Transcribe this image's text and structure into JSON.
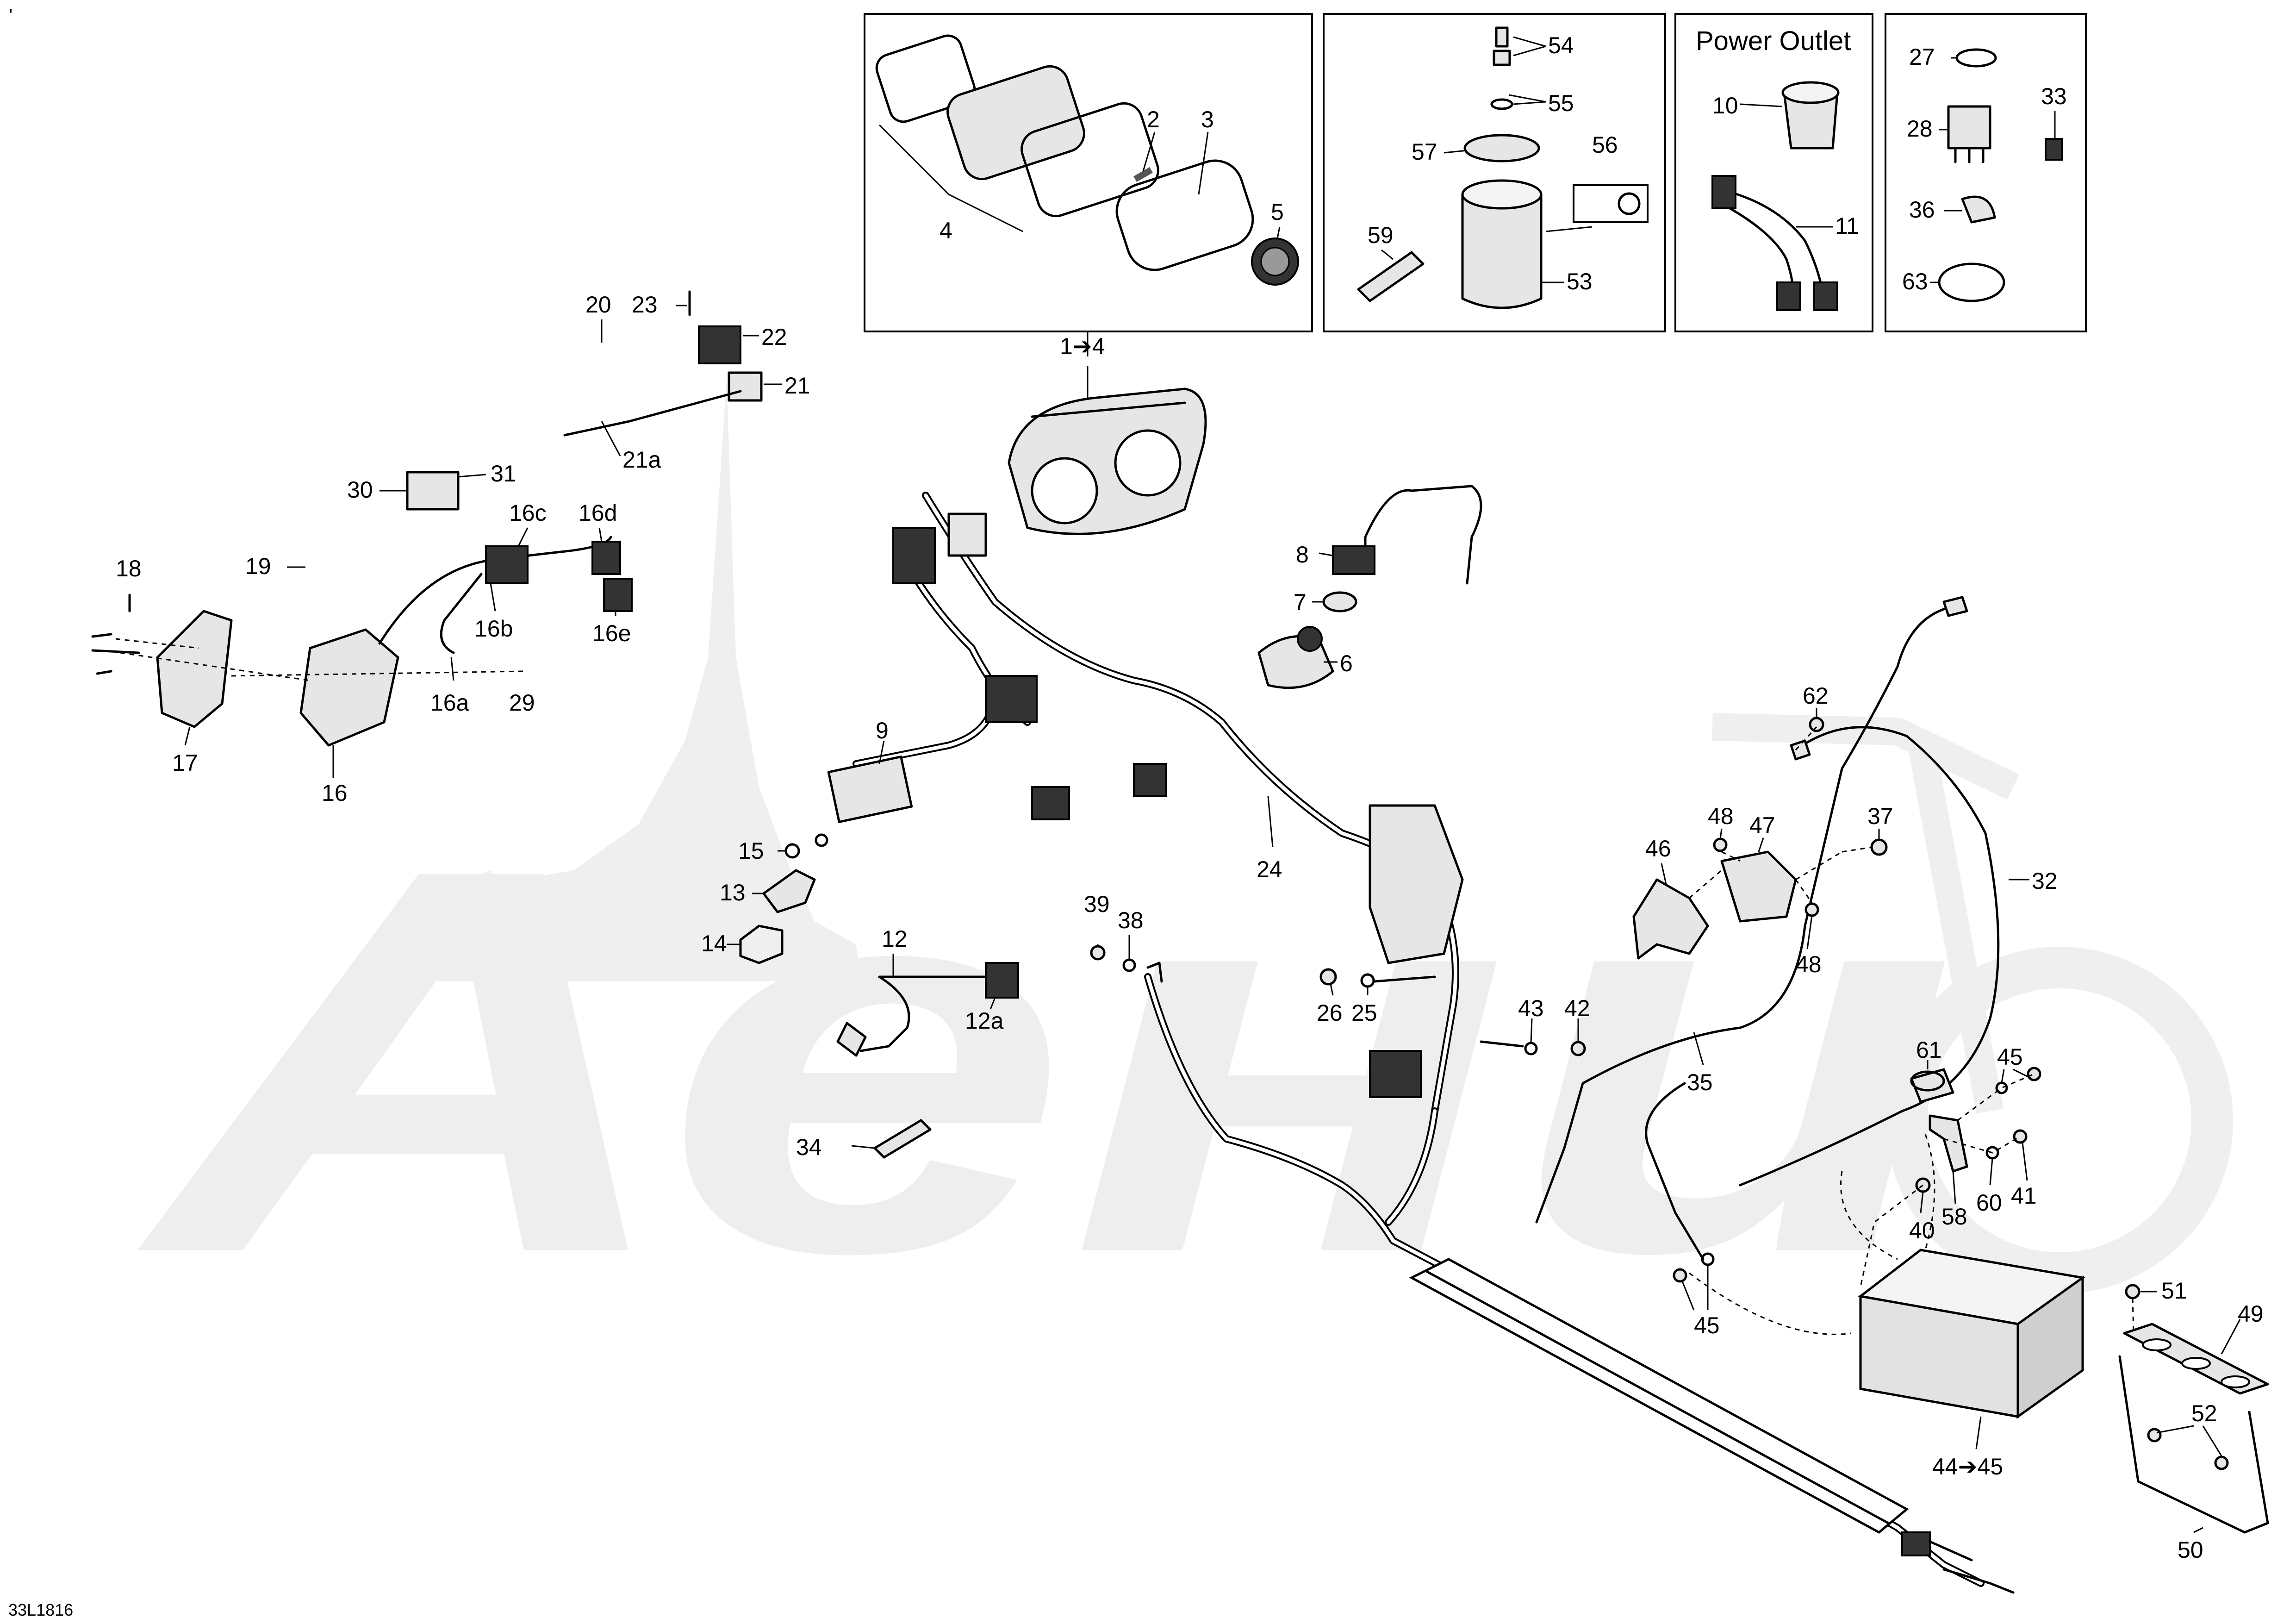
{
  "diagram_code": "33L1816",
  "corner_mark": "'",
  "watermark": {
    "text": "Аени",
    "color": "#ececec"
  },
  "panel_titles": {
    "power_outlet": "Power Outlet"
  },
  "callouts": [
    {
      "id": "c1",
      "text": "1➔4"
    },
    {
      "id": "c2",
      "text": "2"
    },
    {
      "id": "c3",
      "text": "3"
    },
    {
      "id": "c4",
      "text": "4"
    },
    {
      "id": "c5",
      "text": "5"
    },
    {
      "id": "c6",
      "text": "6"
    },
    {
      "id": "c7",
      "text": "7"
    },
    {
      "id": "c8",
      "text": "8"
    },
    {
      "id": "c9",
      "text": "9"
    },
    {
      "id": "c10",
      "text": "10"
    },
    {
      "id": "c11",
      "text": "11"
    },
    {
      "id": "c12",
      "text": "12"
    },
    {
      "id": "c12a",
      "text": "12a"
    },
    {
      "id": "c13",
      "text": "13"
    },
    {
      "id": "c14",
      "text": "14"
    },
    {
      "id": "c15",
      "text": "15"
    },
    {
      "id": "c16",
      "text": "16"
    },
    {
      "id": "c16a",
      "text": "16a"
    },
    {
      "id": "c16b",
      "text": "16b"
    },
    {
      "id": "c16c",
      "text": "16c"
    },
    {
      "id": "c16d",
      "text": "16d"
    },
    {
      "id": "c16e",
      "text": "16e"
    },
    {
      "id": "c17",
      "text": "17"
    },
    {
      "id": "c18",
      "text": "18"
    },
    {
      "id": "c19",
      "text": "19"
    },
    {
      "id": "c20",
      "text": "20"
    },
    {
      "id": "c21",
      "text": "21"
    },
    {
      "id": "c21a",
      "text": "21a"
    },
    {
      "id": "c22",
      "text": "22"
    },
    {
      "id": "c23",
      "text": "23"
    },
    {
      "id": "c24",
      "text": "24"
    },
    {
      "id": "c25",
      "text": "25"
    },
    {
      "id": "c26",
      "text": "26"
    },
    {
      "id": "c27",
      "text": "27"
    },
    {
      "id": "c28",
      "text": "28"
    },
    {
      "id": "c29",
      "text": "29"
    },
    {
      "id": "c30",
      "text": "30"
    },
    {
      "id": "c31",
      "text": "31"
    },
    {
      "id": "c32",
      "text": "32"
    },
    {
      "id": "c33",
      "text": "33"
    },
    {
      "id": "c34",
      "text": "34"
    },
    {
      "id": "c35",
      "text": "35"
    },
    {
      "id": "c36",
      "text": "36"
    },
    {
      "id": "c37",
      "text": "37"
    },
    {
      "id": "c38",
      "text": "38"
    },
    {
      "id": "c39",
      "text": "39"
    },
    {
      "id": "c40",
      "text": "40"
    },
    {
      "id": "c41",
      "text": "41"
    },
    {
      "id": "c42",
      "text": "42"
    },
    {
      "id": "c43",
      "text": "43"
    },
    {
      "id": "c44",
      "text": "44➔45"
    },
    {
      "id": "c45a",
      "text": "45"
    },
    {
      "id": "c45b",
      "text": "45"
    },
    {
      "id": "c46",
      "text": "46"
    },
    {
      "id": "c47",
      "text": "47"
    },
    {
      "id": "c48a",
      "text": "48"
    },
    {
      "id": "c48b",
      "text": "48"
    },
    {
      "id": "c49",
      "text": "49"
    },
    {
      "id": "c50",
      "text": "50"
    },
    {
      "id": "c51",
      "text": "51"
    },
    {
      "id": "c52",
      "text": "52"
    },
    {
      "id": "c53",
      "text": "53"
    },
    {
      "id": "c54",
      "text": "54"
    },
    {
      "id": "c55",
      "text": "55"
    },
    {
      "id": "c56",
      "text": "56"
    },
    {
      "id": "c57",
      "text": "57"
    },
    {
      "id": "c58",
      "text": "58"
    },
    {
      "id": "c59",
      "text": "59"
    },
    {
      "id": "c60",
      "text": "60"
    },
    {
      "id": "c61",
      "text": "61"
    },
    {
      "id": "c62",
      "text": "62"
    },
    {
      "id": "c63",
      "text": "63"
    }
  ]
}
